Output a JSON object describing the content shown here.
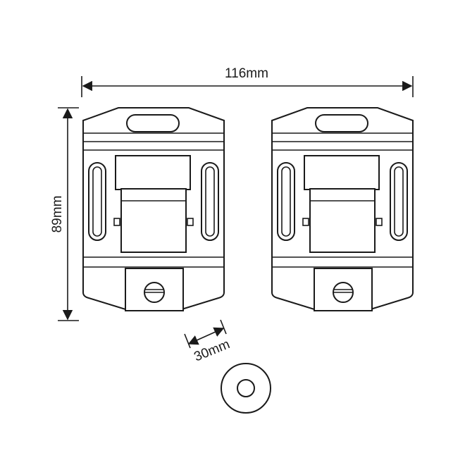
{
  "dimensions": {
    "width_label": "116mm",
    "height_label": "89mm",
    "strap_label": "30mm"
  },
  "colors": {
    "line": "#1a1a1a",
    "background": "#ffffff"
  },
  "components": [
    "strap-buckle-left",
    "strap-buckle-right",
    "washer"
  ]
}
